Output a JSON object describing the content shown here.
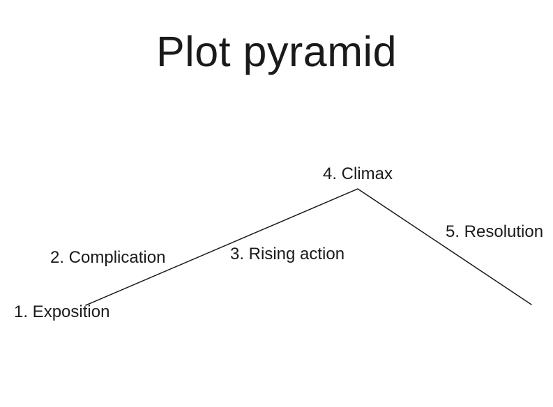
{
  "title": "Plot pyramid",
  "stages": [
    {
      "label": "1. Exposition"
    },
    {
      "label": "2. Complication"
    },
    {
      "label": "3. Rising action"
    },
    {
      "label": "4. Climax"
    },
    {
      "label": "5. Resolution"
    }
  ],
  "diagram": {
    "type": "plot-structure-pyramid",
    "line_color": "#1a1a1a",
    "text_color": "#1a1a1a",
    "background_color": "#ffffff",
    "apex_stage": "4. Climax"
  }
}
